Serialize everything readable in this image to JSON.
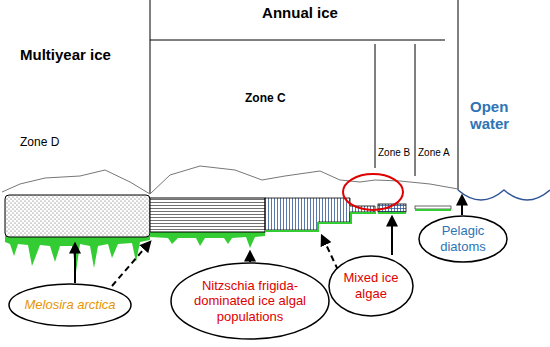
{
  "diagram": {
    "nodes": [
      {
        "text": [
          "Melosira arctica"
        ]
      },
      {
        "text": [
          "Nitzschia frigida-dominated ice algal populations"
        ]
      },
      {
        "text": [
          "Mixed ice algae"
        ]
      },
      {
        "text": [
          "Pelagic diatoms"
        ]
      }
    ],
    "labels": [
      "Annual ice",
      "Multiyear ice",
      "Zone C",
      "Zone B",
      "Zone A",
      "Open water",
      "Zone D"
    ]
  }
}
